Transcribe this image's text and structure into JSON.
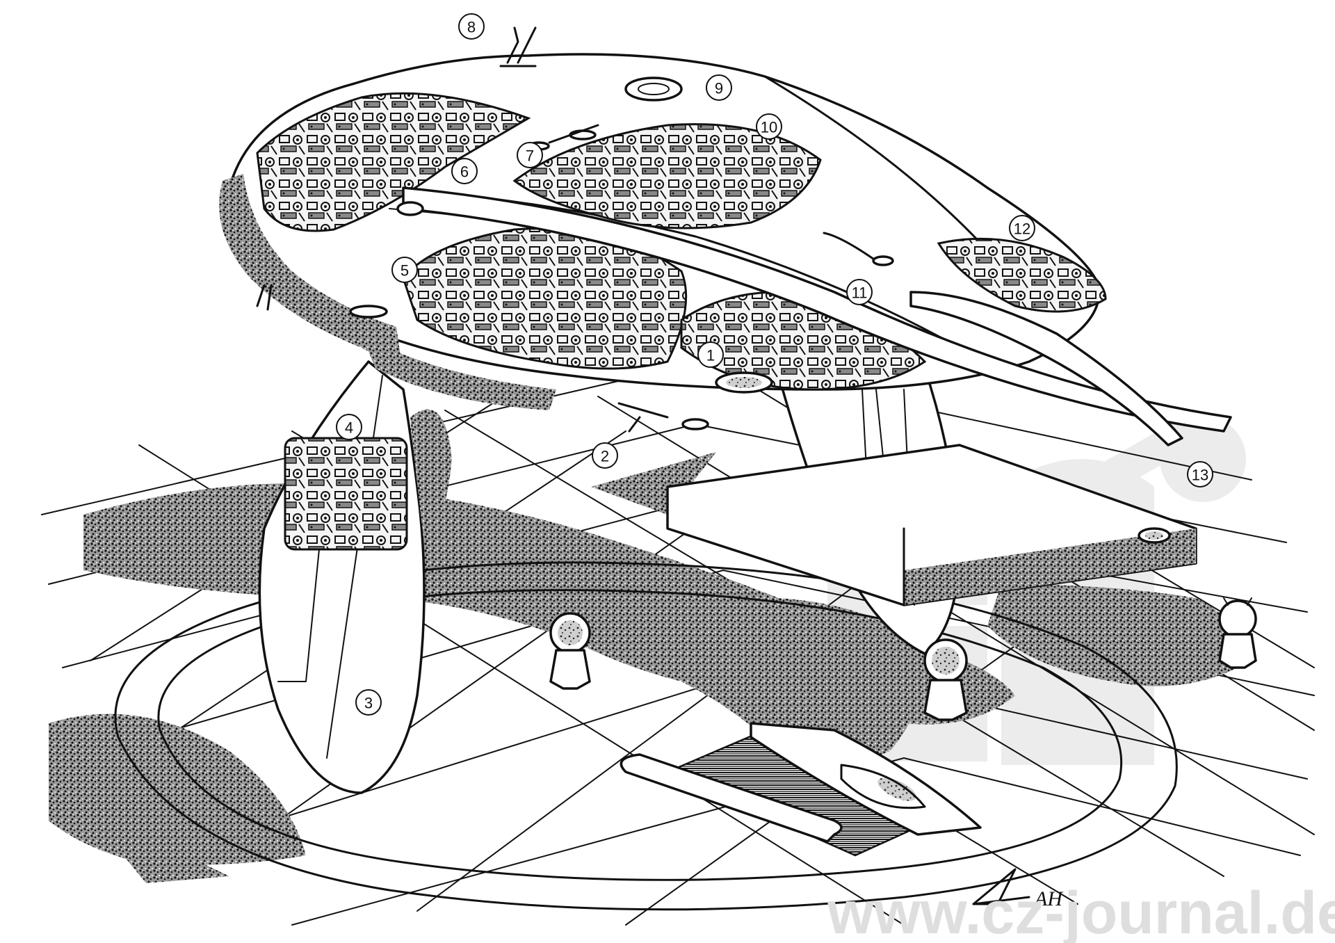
{
  "callouts": [
    "1",
    "2",
    "3",
    "4",
    "5",
    "6",
    "7",
    "8",
    "9",
    "10",
    "11",
    "12",
    "13"
  ],
  "watermark": {
    "text": "www.cz-journal.de"
  },
  "signature": {
    "text": "AH"
  }
}
